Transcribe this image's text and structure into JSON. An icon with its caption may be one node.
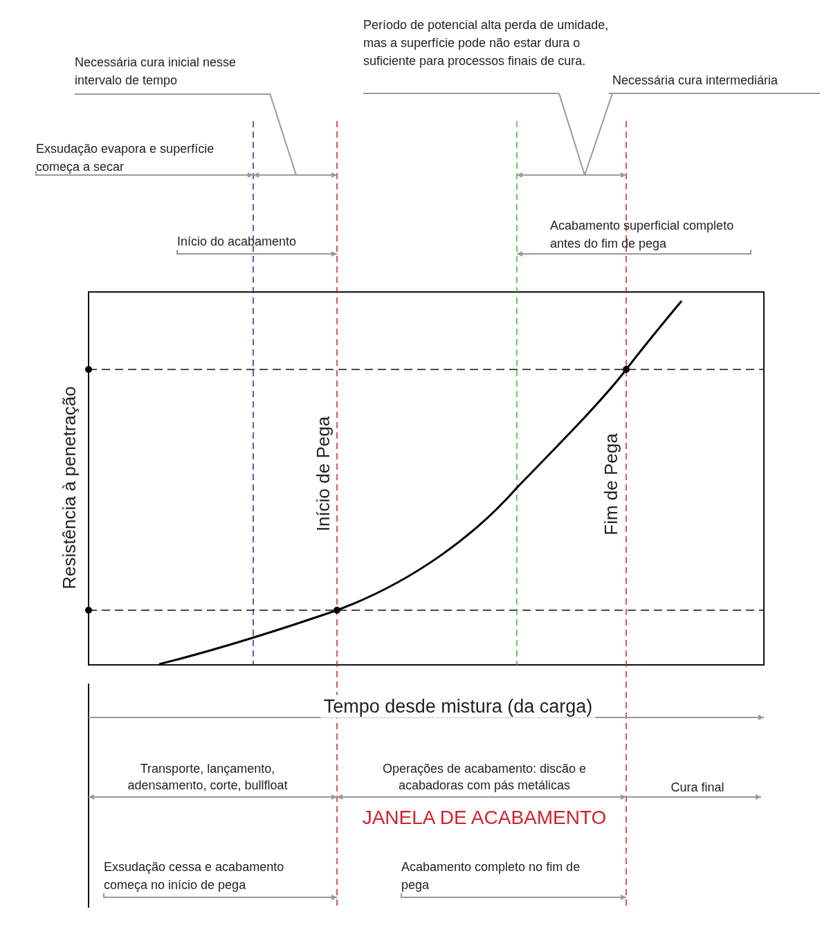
{
  "diagram": {
    "nodes": [
      {
        "text": [
          "Necessária cura inicial nesse intervalo de tempo"
        ]
      },
      {
        "text": [
          "Período de potencial alta perda de umidade, mas a superfície pode não estar dura o suficiente para processos finais de cura."
        ]
      },
      {
        "text": [
          "Necessária cura intermediária"
        ]
      },
      {
        "text": [
          "Exsudação evapora e superfície começa a secar"
        ]
      },
      {
        "text": [
          "Início do acabamento"
        ]
      },
      {
        "text": [
          "Acabamento superficial completo antes do fim de pega"
        ]
      },
      {
        "text": [
          "Exsudação cessa e acabamento começa no início de pega"
        ]
      },
      {
        "text": [
          "Acabamento completo no fim de pega"
        ]
      }
    ],
    "edges": [
      {
        "from": 0,
        "to": null,
        "arrow": "none"
      },
      {
        "from": 1,
        "to": null,
        "arrow": "none"
      },
      {
        "from": 2,
        "to": null,
        "arrow": "none"
      },
      {
        "from": 3,
        "to": null,
        "arrow": "to"
      },
      {
        "from": 4,
        "to": null,
        "arrow": "to"
      },
      {
        "from": 5,
        "to": null,
        "arrow": "to"
      },
      {
        "from": 6,
        "to": null,
        "arrow": "to"
      },
      {
        "from": 7,
        "to": null,
        "arrow": "to"
      }
    ],
    "labels": [
      "Resistência à penetração",
      "Início de Pega",
      "Fim de Pega",
      "Tempo desde mistura (da carga)",
      "Transporte, lançamento, adensamento, corte, bullfloat",
      "Operações de acabamento: discão e acabadoras com pás metálicas",
      "Cura final",
      "JANELA DE ACABAMENTO"
    ]
  }
}
